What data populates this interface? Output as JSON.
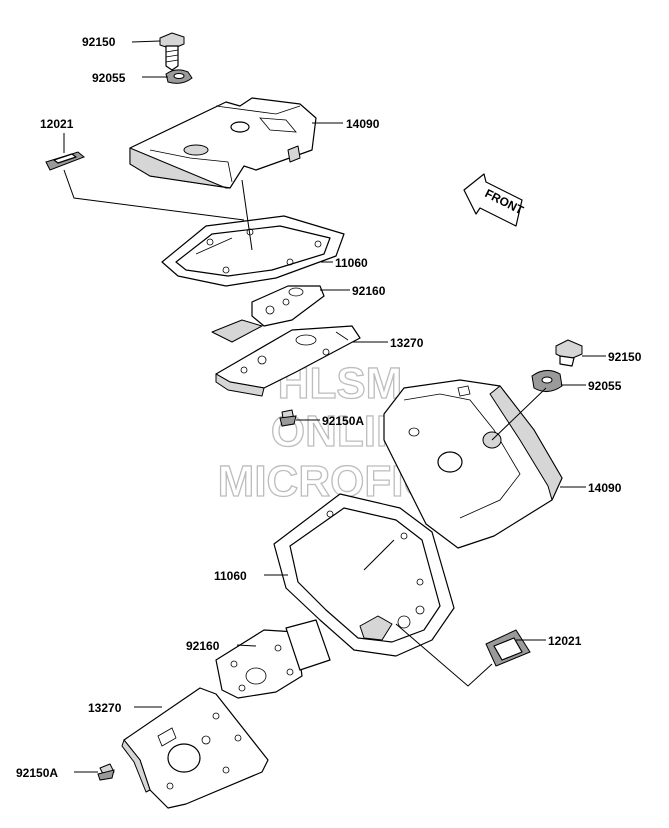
{
  "callouts": {
    "top_bolt": "92150",
    "top_washer": "92055",
    "top_rubber": "12021",
    "top_cover": "14090",
    "top_gasket": "11060",
    "top_plate": "92160",
    "top_bracket": "13270",
    "top_screw": "92150A",
    "right_bolt": "92150",
    "right_washer": "92055",
    "right_cover": "14090",
    "lower_gasket": "11060",
    "lower_plate": "92160",
    "lower_rubber": "12021",
    "lower_bracket": "13270",
    "lower_screw": "92150A"
  },
  "front_arrow": "FRONT",
  "watermark": {
    "line1": "HLSM",
    "line2": "ONLINE",
    "line3": "MICROFICHE"
  }
}
